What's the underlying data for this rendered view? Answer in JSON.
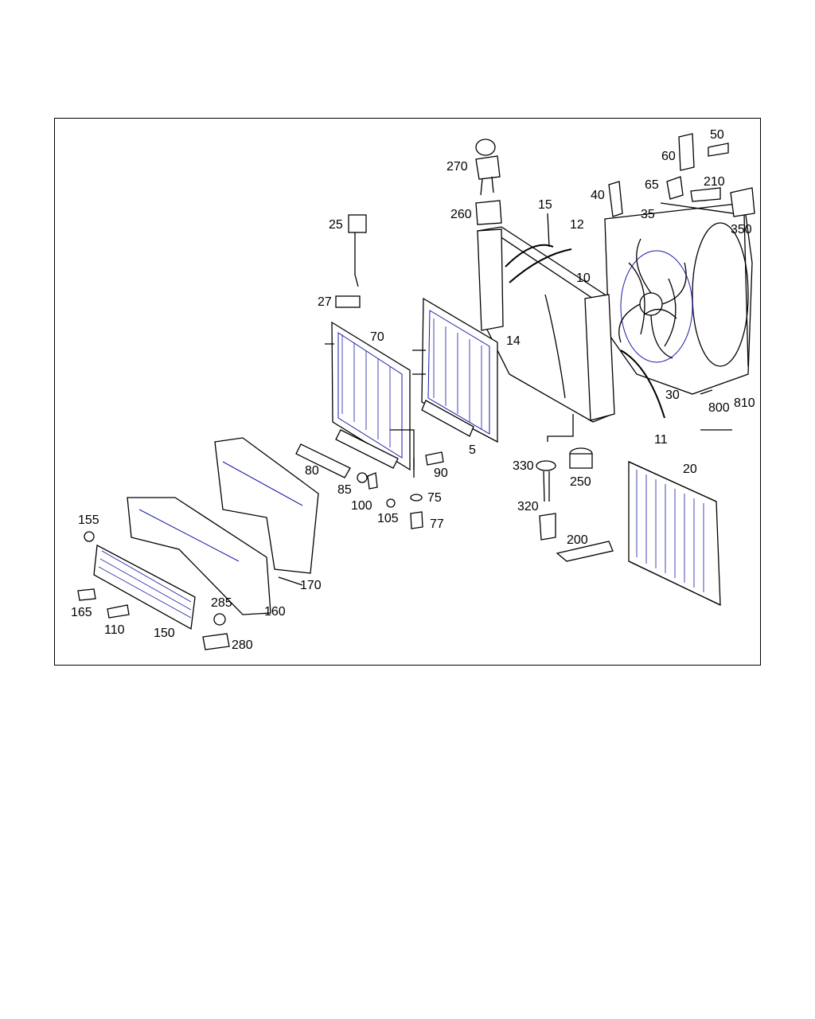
{
  "callouts": {
    "c50": "50",
    "c60": "60",
    "c65": "65",
    "c210": "210",
    "c40": "40",
    "c35": "35",
    "c350": "350",
    "c270": "270",
    "c260": "260",
    "c15": "15",
    "c12": "12",
    "c10": "10",
    "c25": "25",
    "c27": "27",
    "c70": "70",
    "c14": "14",
    "c30": "30",
    "c800": "800",
    "c810": "810",
    "c11": "11",
    "c5": "5",
    "c20": "20",
    "c80": "80",
    "c90": "90",
    "c330": "330",
    "c250": "250",
    "c85": "85",
    "c100": "100",
    "c75": "75",
    "c105": "105",
    "c77": "77",
    "c320": "320",
    "c155": "155",
    "c200": "200",
    "c170": "170",
    "c285": "285",
    "c165": "165",
    "c160": "160",
    "c110": "110",
    "c150": "150",
    "c280": "280"
  },
  "colors": {
    "line": "#000000",
    "hatch": "#1a1aa8",
    "background": "#ffffff"
  }
}
